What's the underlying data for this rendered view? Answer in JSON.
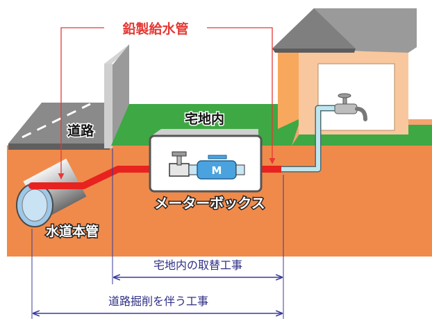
{
  "labels": {
    "lead_pipe": "鉛製給水管",
    "residential": "宅地内",
    "road": "道路",
    "meter_box": "メーターボックス",
    "water_main": "水道本管",
    "meter_symbol": "M",
    "residential_work": "宅地内の取替工事",
    "road_work": "道路掘削を伴う工事"
  },
  "colors": {
    "lead_pipe": "#e8221f",
    "service_pipe": "#bfe6ee",
    "soil": "#f08a4b",
    "lawn": "#3ea844",
    "road": "#8a8a8a",
    "house_wall": "#f8c79d",
    "roof": "#8f8f8f",
    "meter": "#4aa3df",
    "annotation_red": "#e53935",
    "annotation_blue": "#3a3a9a"
  }
}
